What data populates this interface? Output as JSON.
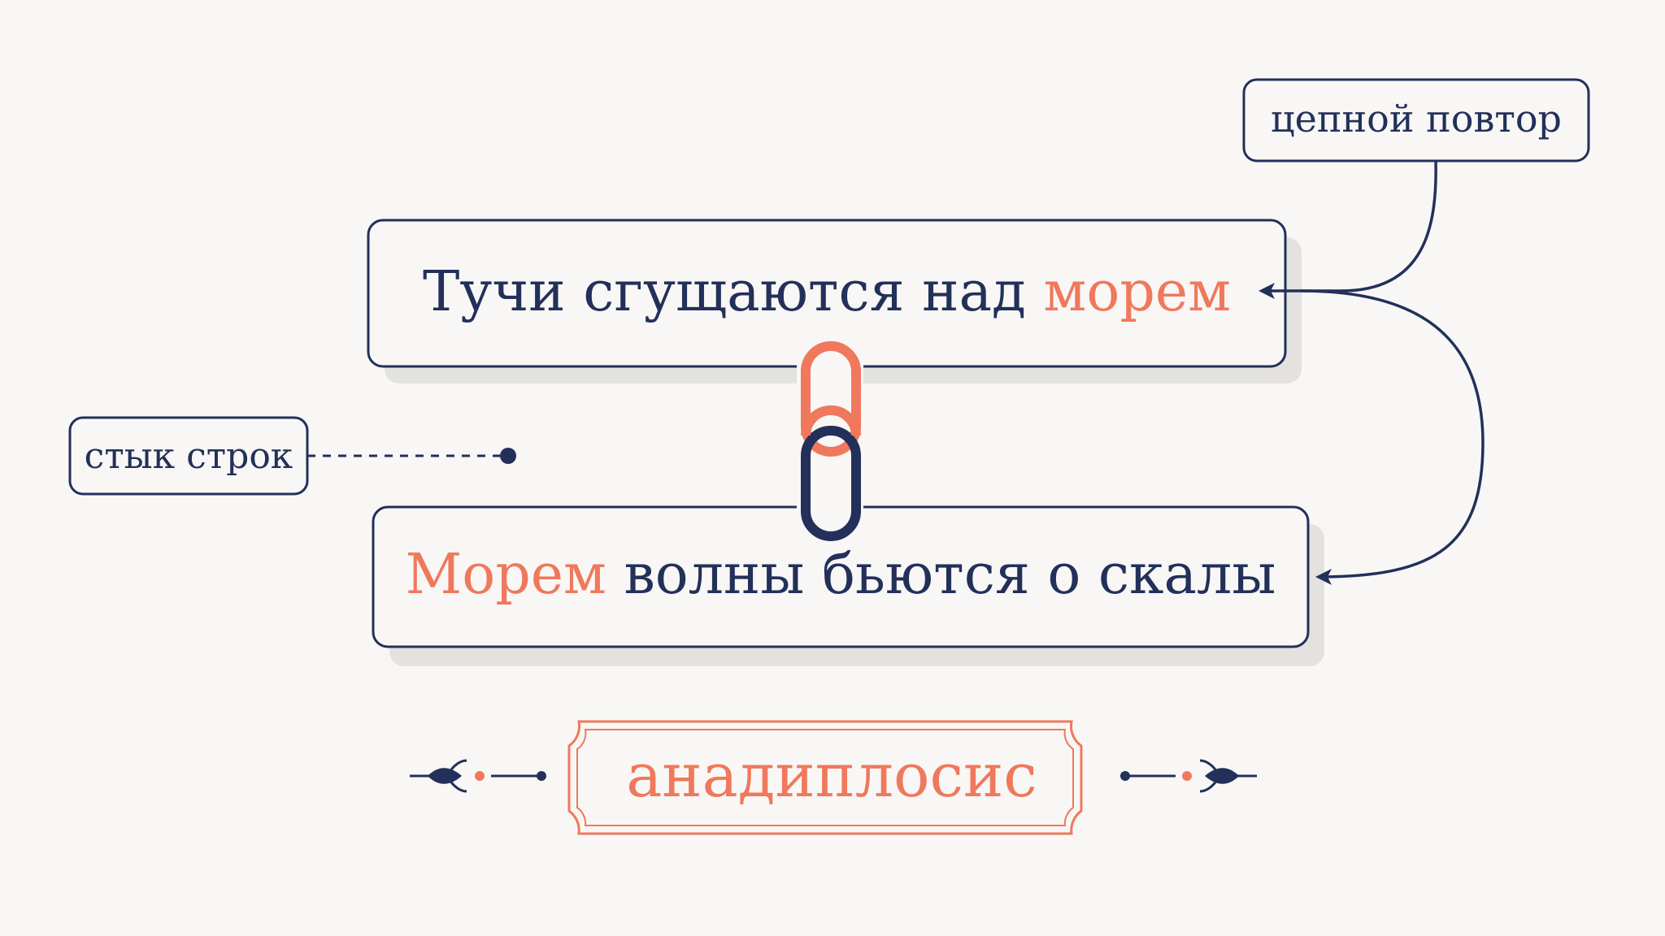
{
  "colors": {
    "background": "#f8f7f5",
    "navy": "#22305a",
    "accent": "#f0785c",
    "shadow": "#e3e2df",
    "box_fill": "#f8f7f5"
  },
  "line1": {
    "text": "Тучи сгущаются над ",
    "highlight": "морем"
  },
  "line2": {
    "highlight": "Морем",
    "text": " волны бьются о скалы"
  },
  "labels": {
    "chain_repeat": "цепной повтор",
    "line_junction": "стык строк"
  },
  "title": "анадиплосис",
  "icons": {
    "link": "chain-link-icon",
    "left_ornament": "leaf-ornament-icon",
    "right_ornament": "leaf-ornament-icon"
  }
}
